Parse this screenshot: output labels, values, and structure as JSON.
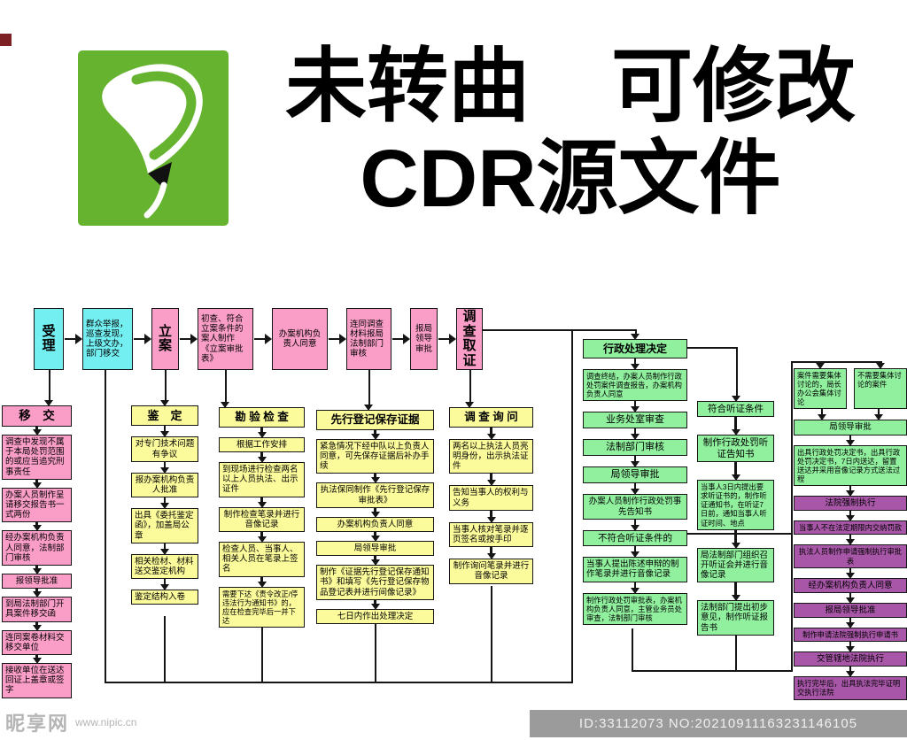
{
  "title": {
    "line1": "未转曲　可修改",
    "line2": "CDR源文件"
  },
  "colors": {
    "cyan": "#73EFF1",
    "pink": "#FA9EC8",
    "yellow": "#FCFB9B",
    "green": "#90F09E",
    "purple": "#A857A8",
    "line": "#151515",
    "logo_green": "#65B32E",
    "corner": "#7D2023",
    "idbar_bg": "#9B9B9B",
    "idbar_fg": "#EFEFEF",
    "watermark": "#B5B5B5"
  },
  "flowchart": {
    "top_row": [
      {
        "text": "受\n理",
        "color": "cyan",
        "vertical": true
      },
      {
        "text": "群众举报，巡查发现，上级文办，部门移交",
        "color": "cyan"
      },
      {
        "text": "立\n案",
        "color": "pink",
        "vertical": true
      },
      {
        "text": "初查、符合立案条件的案人制作《立案审批表》",
        "color": "pink"
      },
      {
        "text": "办案机构负责人同意",
        "color": "pink",
        "c": true
      },
      {
        "text": "连同调查材料报局法制部门审核",
        "color": "pink"
      },
      {
        "text": "报局领导审批",
        "color": "pink",
        "c": true
      },
      {
        "text": "调\n查\n取\n证",
        "color": "pink",
        "vertical": true
      }
    ],
    "columns": [
      {
        "id": "yijiao",
        "color": "pink",
        "items": [
          {
            "text": "移　交",
            "header": true,
            "fs": 13.5
          },
          {
            "text": "调查中发现不属于本局处罚范围的或应当追究刑事责任"
          },
          {
            "text": "办案人员制作呈请移交报告书一式两份"
          },
          {
            "text": "经办案机构负责人同意，法制部门审核"
          },
          {
            "text": "报领导批准",
            "c": true
          },
          {
            "text": "到局法制部门开具案件移交函"
          },
          {
            "text": "连同案卷材料交移交单位"
          },
          {
            "text": "接收单位在送达回证上盖章或签字"
          }
        ]
      },
      {
        "id": "jianding",
        "color": "yellow",
        "items": [
          {
            "text": "鉴　定",
            "header": true,
            "fs": 13
          },
          {
            "text": "对专门技术问题有争议",
            "c": true
          },
          {
            "text": "报办案机构负责人批准",
            "c": true
          },
          {
            "text": "出具《委托鉴定函》，加盖局公章"
          },
          {
            "text": "相关检材、材料送交鉴定机构"
          },
          {
            "text": "鉴定结构入卷"
          }
        ]
      },
      {
        "id": "kanyan",
        "color": "yellow",
        "items": [
          {
            "text": "勘 验 检 查",
            "header": true
          },
          {
            "text": "根据工作安排",
            "c": true
          },
          {
            "text": "到现场进行检查两名以上人员执法、出示证件"
          },
          {
            "text": "制作检查笔录并进行音像记录",
            "c": true
          },
          {
            "text": "检查人员、当事人、相关人员在笔录上签名"
          },
          {
            "text": "需要下达《责令改正/停违法行为通知书》的，应在检查完毕后一并下达",
            "small": true
          }
        ]
      },
      {
        "id": "xianxing",
        "color": "yellow",
        "items": [
          {
            "text": "先行登记保存证据",
            "header": true
          },
          {
            "text": "紧急情况下经中队以上负责人同意，可先保存证据后补办手续"
          },
          {
            "text": "执法保同制作《先行登记保存审批表》",
            "c": true
          },
          {
            "text": "办案机构负责人同意",
            "c": true
          },
          {
            "text": "局领导审批",
            "c": true
          },
          {
            "text": "制作《证据先行登记保存通知书》和填写《先行登记保存物品登记表并进行间像记录》"
          },
          {
            "text": "七日内作出处理决定",
            "c": true
          }
        ]
      },
      {
        "id": "xunwen",
        "color": "yellow",
        "items": [
          {
            "text": "调 查 询 问",
            "header": true
          },
          {
            "text": "两名以上执法人员亮明身份，出示执法证件"
          },
          {
            "text": "告知当事人的权利与义务"
          },
          {
            "text": "当事人核对笔录并逐页签名或按手印"
          },
          {
            "text": "制作询问笔录并进行音像记录",
            "c": true
          }
        ]
      },
      {
        "id": "chuli",
        "color": "green",
        "items": [
          {
            "text": "行政处理决定",
            "header": true,
            "fs": 12
          },
          {
            "text": "调查终结，办案人员制作行政处罚案件调查报告，办案机构负责人同意",
            "small": true
          },
          {
            "text": "业务处室审查",
            "c": true,
            "fs": 11
          },
          {
            "text": "法制部门审核",
            "c": true,
            "fs": 11
          },
          {
            "text": "局领导审批",
            "c": true,
            "fs": 11
          },
          {
            "text": "办案人员制作行政处罚事先告知书",
            "c": true
          },
          {
            "text": "不符合听证条件的",
            "c": true,
            "fs": 10.5
          },
          {
            "text": "当事人提出陈述申辩的制作笔录并进行音像记录"
          },
          {
            "text": "制作行政处罚审批表，办案机构负责人同意，主管业务员处审查，法制部门审核",
            "small": true
          }
        ]
      },
      {
        "id": "tingzheng",
        "color": "green",
        "items": [
          {
            "text": "符合听证条件",
            "c": true,
            "fs": 10.5
          },
          {
            "text": "制作行政处罚听证告知书",
            "c": true,
            "fs": 10.5
          },
          {
            "text": "当事人3日内提出要求听证书的，制作听证通知书，在听证7日前，通知当事人听证时间、地点",
            "small": true
          },
          {
            "text": "局法制部门组织召开听证会并进行音像记录"
          },
          {
            "text": "法制部门提出初步意见，制作听证报告书"
          }
        ]
      },
      {
        "id": "right",
        "color": "green",
        "pair": [
          {
            "text": "案件需要集体讨论的，局长办公会集体讨论",
            "small": true
          },
          {
            "text": "不需要集体讨论的案件",
            "small": true
          }
        ],
        "items": [
          {
            "text": "局领导审批",
            "c": true
          },
          {
            "text": "出具行政处罚决定书，出具行政处罚决定书，7日内送达，留置送达并采用音像记录方式送法过程",
            "small": true
          },
          {
            "text": "法院强制执行",
            "c": true,
            "color": "purple"
          },
          {
            "text": "当事人不在法定期限内交纳罚款",
            "c": true,
            "color": "purple",
            "small": true
          },
          {
            "text": "执法人员制作申请强制执行审批表",
            "c": true,
            "color": "purple",
            "small": true
          },
          {
            "text": "经办案机构负责人同意",
            "c": true,
            "color": "purple"
          },
          {
            "text": "报局领导批准",
            "c": true,
            "color": "purple"
          },
          {
            "text": "制作申请法院强制执行申请书",
            "c": true,
            "color": "purple",
            "small": true
          },
          {
            "text": "交管辖地法院执行",
            "c": true,
            "color": "purple"
          },
          {
            "text": "执行完毕后，出具执法完毕证明交执行法院",
            "color": "purple",
            "small": true
          }
        ]
      }
    ]
  },
  "footer": {
    "site": "昵享网",
    "url": "www.nipic.cn",
    "id_text": "ID:33112073 NO:20210911163231146105"
  }
}
